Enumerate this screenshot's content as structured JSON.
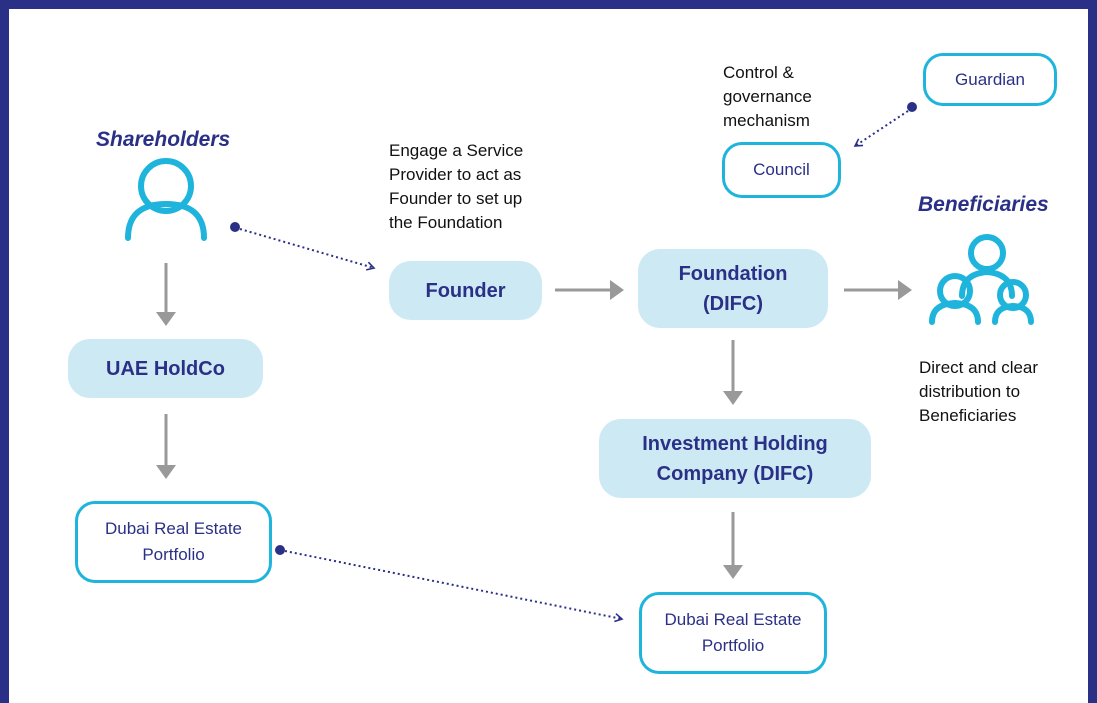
{
  "colors": {
    "border": "#2b3087",
    "accent": "#1fb4dc",
    "fill": "#cdeaf4",
    "text_dark": "#2b3087",
    "arrow": "#999999",
    "dotted": "#2b3087"
  },
  "roles": {
    "shareholders": "Shareholders",
    "beneficiaries": "Beneficiaries"
  },
  "nodes": {
    "uae_holdco": "UAE HoldCo",
    "dubai_portfolio_left": "Dubai Real Estate\nPortfolio",
    "founder": "Founder",
    "foundation": "Foundation\n(DIFC)",
    "investment_holding": "Investment Holding\nCompany  (DIFC)",
    "dubai_portfolio_right": "Dubai Real Estate\nPortfolio",
    "council": "Council",
    "guardian": "Guardian"
  },
  "labels": {
    "service_provider": "Engage a Service\nProvider to act as\nFounder to set up\nthe Foundation",
    "control": "Control &\ngovernance\nmechanism",
    "distribution": "Direct and clear\ndistribution to\nBeneficiaries"
  },
  "icons": {
    "shareholder": "person-icon",
    "beneficiaries": "group-icon"
  }
}
